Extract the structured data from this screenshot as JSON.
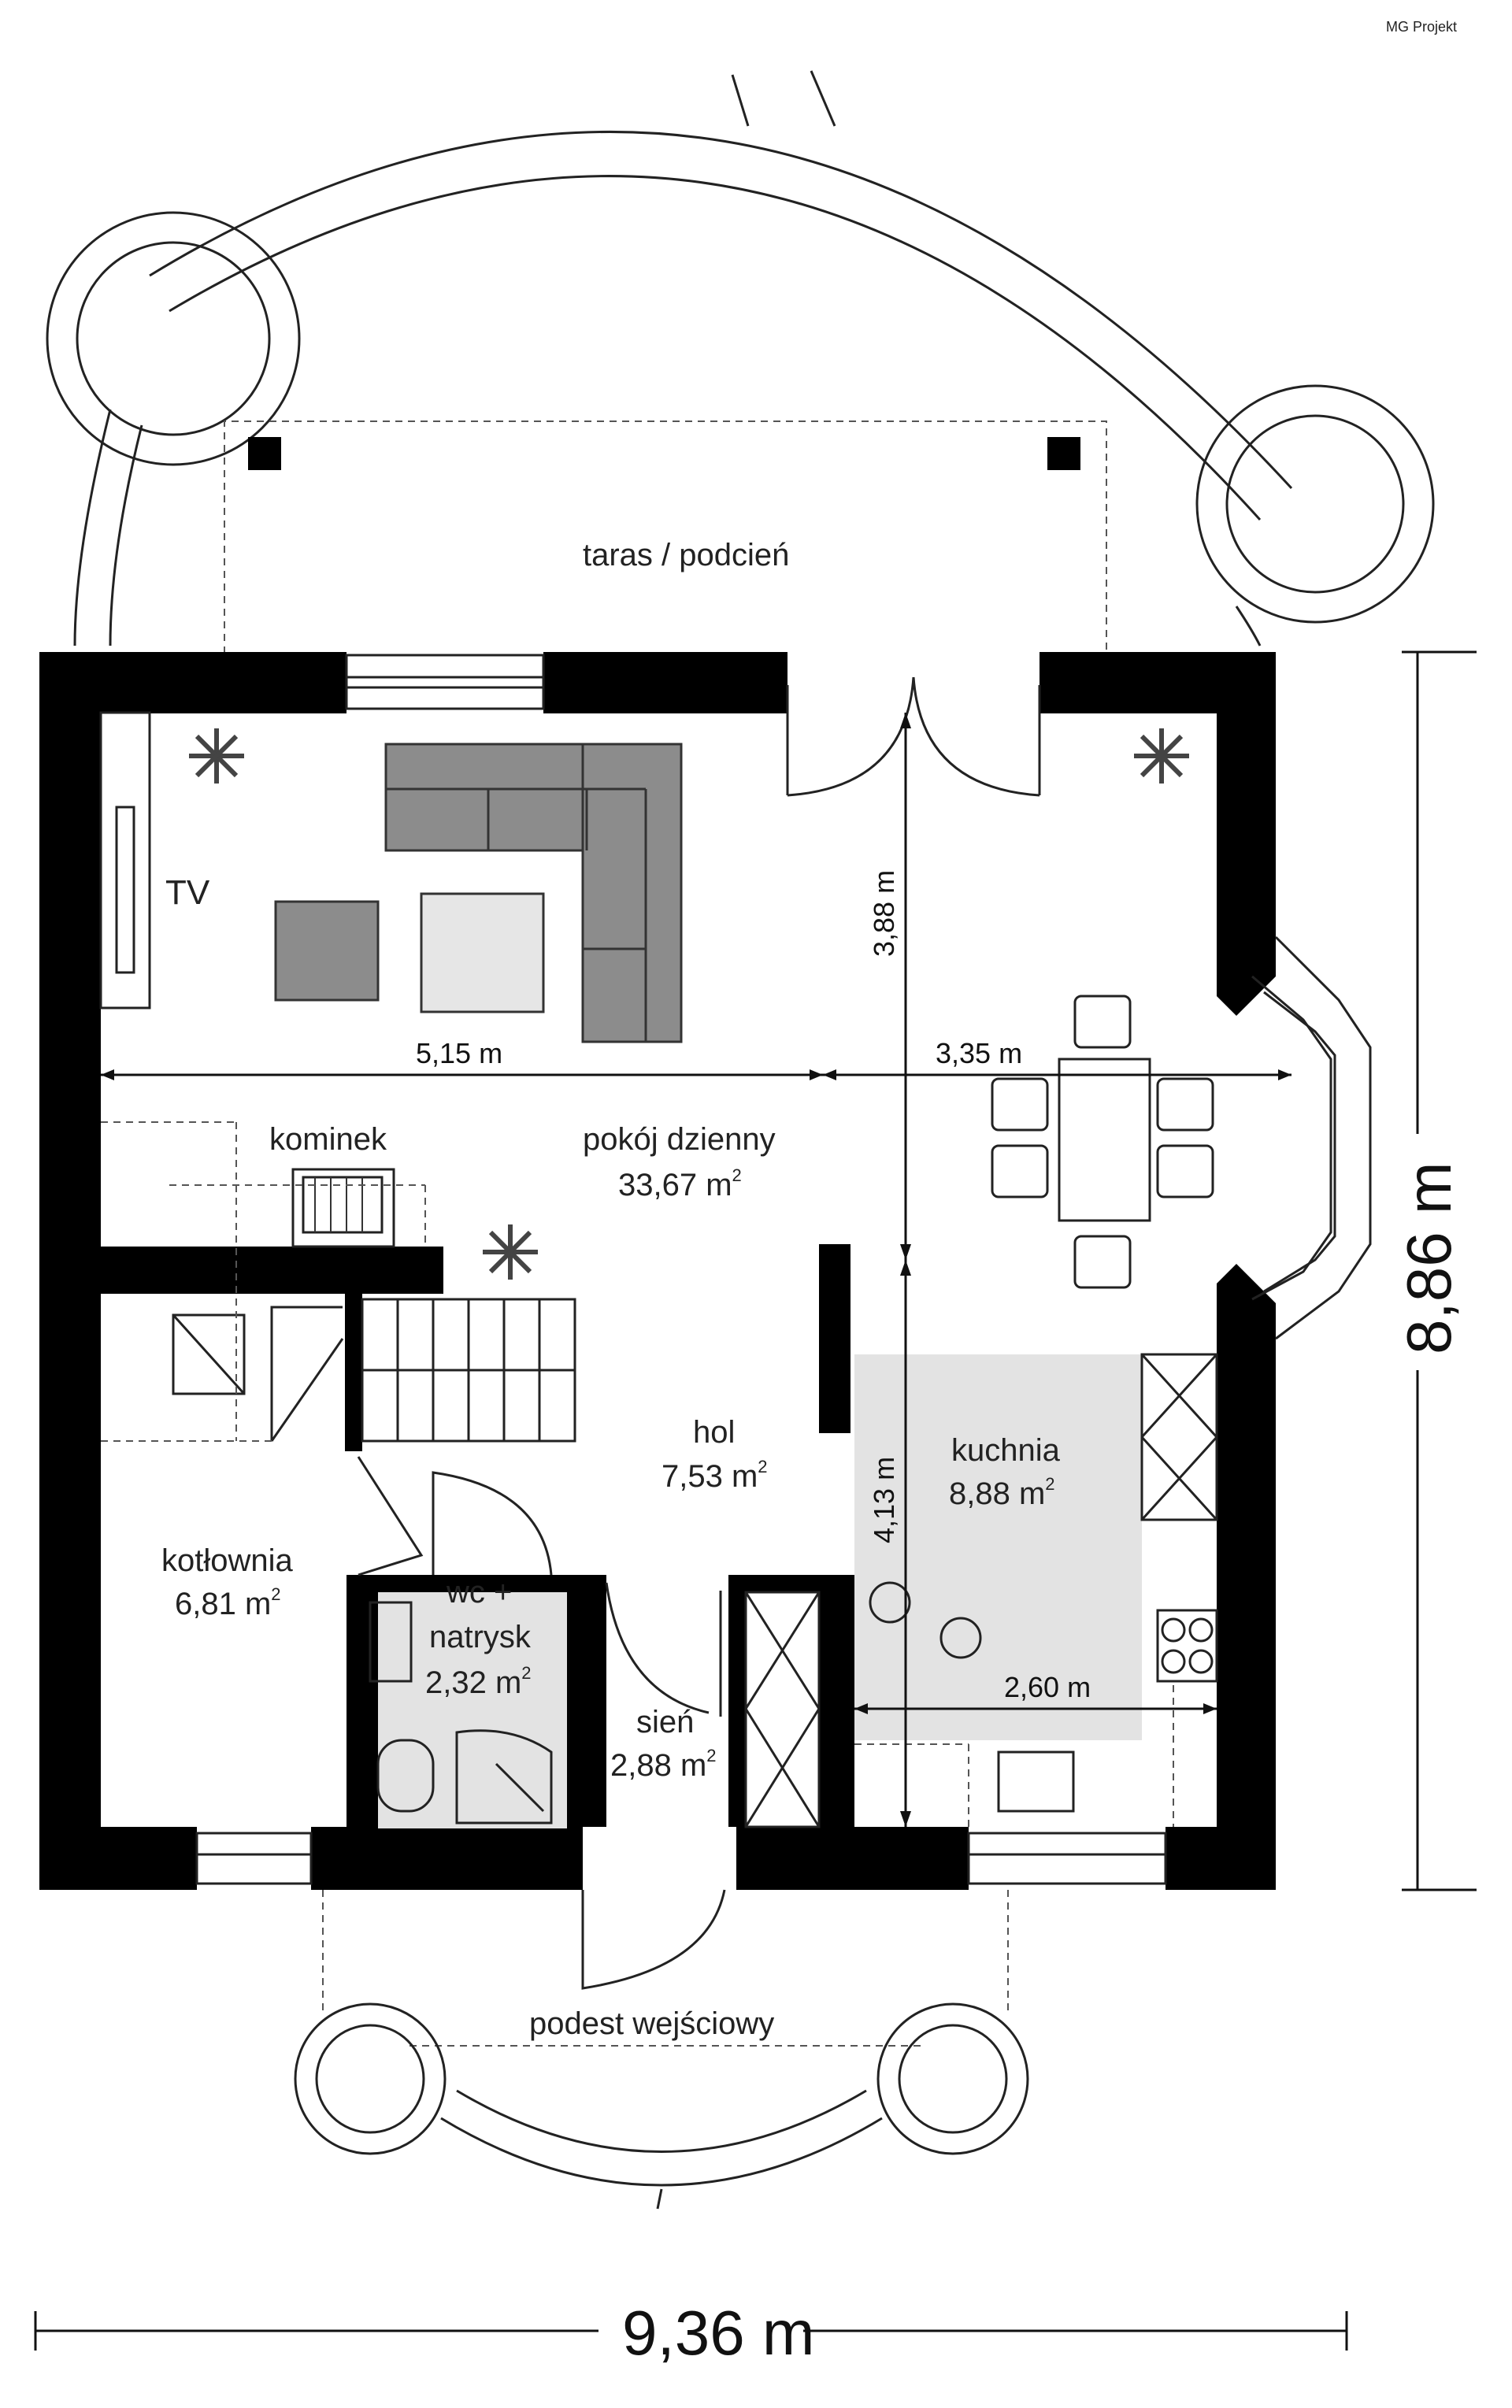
{
  "brand": "MG Projekt",
  "rooms": {
    "terrace": "taras / podcień",
    "living_name": "pokój dzienny",
    "living_area": "33,67 m",
    "fireplace": "kominek",
    "tv": "TV",
    "hall_name": "hol",
    "hall_area": "7,53 m",
    "kitchen_name": "kuchnia",
    "kitchen_area": "8,88 m",
    "boiler_name": "kotłownia",
    "boiler_area": "6,81 m",
    "wc_name_1": "wc +",
    "wc_name_2": "natrysk",
    "wc_area": "2,32 m",
    "vestibule_name": "sień",
    "vestibule_area": "2,88 m",
    "porch": "podest wejściowy",
    "area_exponent": "2"
  },
  "dimensions": {
    "living_width": "5,15 m",
    "dining_width": "3,35 m",
    "living_depth": "3,88 m",
    "kitchen_depth": "4,13 m",
    "kitchen_width": "2,60 m",
    "total_width": "9,36 m",
    "total_depth": "8,86 m"
  }
}
